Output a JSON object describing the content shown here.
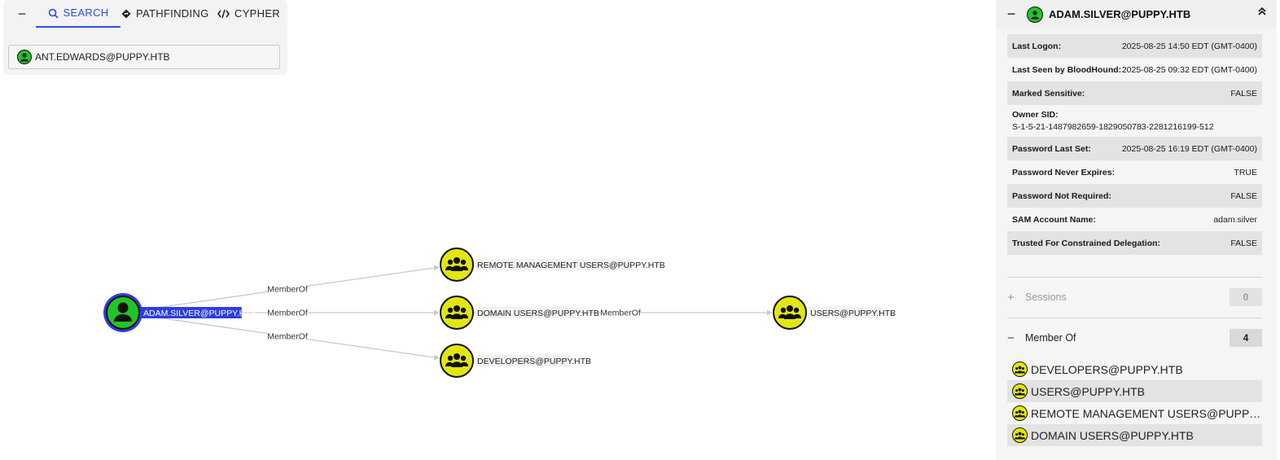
{
  "toolbar": {
    "tabs": [
      {
        "label": "SEARCH",
        "icon": "search-icon",
        "active": true
      },
      {
        "label": "PATHFINDING",
        "icon": "pathfinding-icon",
        "active": false
      },
      {
        "label": "CYPHER",
        "icon": "code-icon",
        "active": false
      }
    ],
    "search_value": "ANT.EDWARDS@PUPPY.HTB"
  },
  "graph": {
    "nodes": [
      {
        "id": "adam",
        "label": "ADAM.SILVER@PUPPY.HTB",
        "type": "user",
        "selected": true
      },
      {
        "id": "rmu",
        "label": "REMOTE MANAGEMENT USERS@PUPPY.HTB",
        "type": "group"
      },
      {
        "id": "du",
        "label": "DOMAIN USERS@PUPPY.HTB",
        "type": "group"
      },
      {
        "id": "dev",
        "label": "DEVELOPERS@PUPPY.HTB",
        "type": "group"
      },
      {
        "id": "users",
        "label": "USERS@PUPPY.HTB",
        "type": "group"
      }
    ],
    "edges": [
      {
        "from": "adam",
        "to": "rmu",
        "label": "MemberOf"
      },
      {
        "from": "adam",
        "to": "du",
        "label": "MemberOf"
      },
      {
        "from": "adam",
        "to": "dev",
        "label": "MemberOf"
      },
      {
        "from": "du",
        "to": "users",
        "label": "MemberOf"
      }
    ],
    "colors": {
      "user": "#20c528",
      "group": "#e3e612",
      "selected": "#2d3ee0",
      "edge": "#c8c8c8"
    }
  },
  "detail": {
    "title": "ADAM.SILVER@PUPPY.HTB",
    "properties": [
      {
        "key": "Last Logon:",
        "value": "2025-08-25 14:50 EDT (GMT-0400)"
      },
      {
        "key": "Last Seen by BloodHound:",
        "value": "2025-08-25 09:32 EDT (GMT-0400)"
      },
      {
        "key": "Marked Sensitive:",
        "value": "FALSE"
      },
      {
        "key": "Owner SID:",
        "value": "S-1-5-21-1487982659-1829050783-2281216199-512",
        "stacked": true
      },
      {
        "key": "Password Last Set:",
        "value": "2025-08-25 16:19 EDT (GMT-0400)"
      },
      {
        "key": "Password Never Expires:",
        "value": "TRUE"
      },
      {
        "key": "Password Not Required:",
        "value": "FALSE"
      },
      {
        "key": "SAM Account Name:",
        "value": "adam.silver"
      },
      {
        "key": "Trusted For Constrained Delegation:",
        "value": "FALSE"
      }
    ],
    "sessions": {
      "label": "Sessions",
      "count": "0"
    },
    "member_of": {
      "label": "Member Of",
      "count": "4",
      "items": [
        "DEVELOPERS@PUPPY.HTB",
        "USERS@PUPPY.HTB",
        "REMOTE MANAGEMENT USERS@PUPPY.H...",
        "DOMAIN USERS@PUPPY.HTB"
      ]
    }
  }
}
